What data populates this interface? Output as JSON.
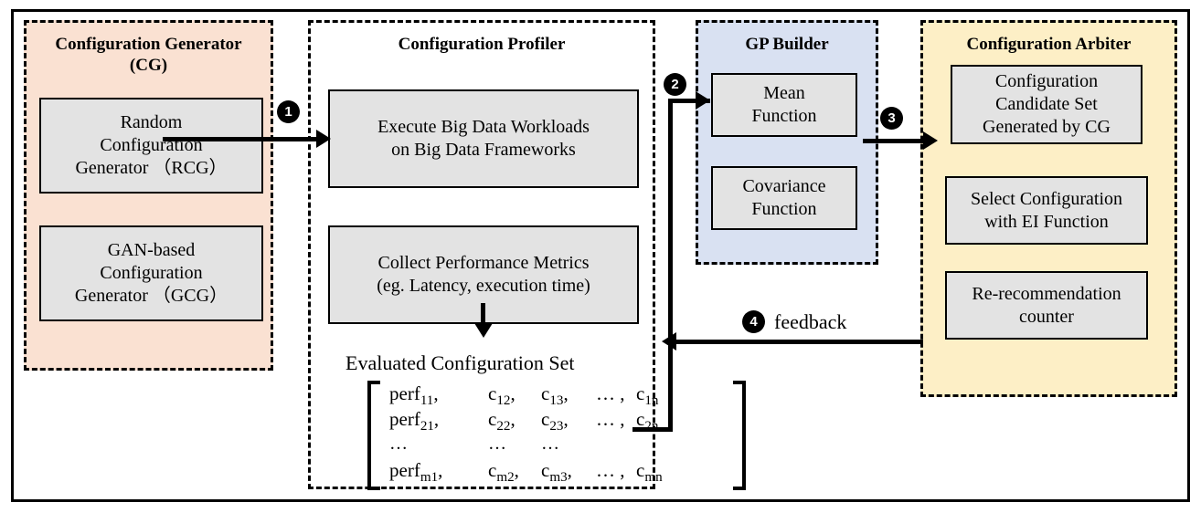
{
  "diagram": {
    "title_visible": false,
    "colors": {
      "cg_panel_fill": "#FAE1D2",
      "profiler_panel_fill": "#FFFFFF",
      "gp_panel_fill": "#D9E1F2",
      "arbiter_panel_fill": "#FDEFC6",
      "inner_box_fill": "#E3E3E3",
      "stroke": "#000000"
    },
    "panels": [
      {
        "id": "configuration-generator",
        "title_line1": "Configuration Generator",
        "title_line2": "(CG)",
        "boxes": [
          {
            "id": "rcg",
            "lines": [
              "Random",
              "Configuration",
              "Generator （RCG）"
            ]
          },
          {
            "id": "gcg",
            "lines": [
              "GAN-based",
              "Configuration",
              "Generator （GCG）"
            ]
          }
        ]
      },
      {
        "id": "configuration-profiler",
        "title_line1": "Configuration Profiler",
        "title_line2": "",
        "boxes": [
          {
            "id": "execute-workloads",
            "lines": [
              "Execute Big Data Workloads",
              "on Big Data Frameworks"
            ]
          },
          {
            "id": "collect-metrics",
            "lines": [
              "Collect Performance Metrics",
              "(eg. Latency, execution time)"
            ]
          }
        ],
        "set_label": "Evaluated Configuration Set"
      },
      {
        "id": "gp-builder",
        "title_line1": "GP Builder",
        "title_line2": "",
        "boxes": [
          {
            "id": "mean-function",
            "lines": [
              "Mean",
              "Function"
            ]
          },
          {
            "id": "covariance-function",
            "lines": [
              "Covariance",
              "Function"
            ]
          }
        ]
      },
      {
        "id": "configuration-arbiter",
        "title_line1": "Configuration Arbiter",
        "title_line2": "",
        "boxes": [
          {
            "id": "candidate-set",
            "lines": [
              "Configuration",
              "Candidate Set",
              "Generated by CG"
            ]
          },
          {
            "id": "select-configuration",
            "lines": [
              "Select Configuration",
              "with EI Function"
            ]
          },
          {
            "id": "re-recommendation-counter",
            "lines": [
              "Re-recommendation",
              "counter"
            ]
          }
        ]
      }
    ],
    "matrix": {
      "rows": [
        {
          "cells": [
            "perf",
            "c",
            "c",
            "…",
            "c"
          ],
          "subs": [
            "11",
            "12",
            "13",
            "",
            "1n"
          ]
        },
        {
          "cells": [
            "perf",
            "c",
            "c",
            "…",
            "c"
          ],
          "subs": [
            "21",
            "22",
            "23",
            "",
            "2n"
          ]
        },
        {
          "cells": [
            "…",
            "…",
            "…",
            "",
            ""
          ],
          "subs": [
            "",
            "",
            "",
            "",
            ""
          ]
        },
        {
          "cells": [
            "perf",
            "c",
            "c",
            "…",
            "c"
          ],
          "subs": [
            "m1",
            "m2",
            "m3",
            "",
            "mn"
          ]
        }
      ],
      "row_text": [
        "perf11,  c12, c13, … , c1n",
        "perf21,  c22, c23, … , c2n",
        "…        …        …",
        "perfm1,  cm2, cm3, … , cmn"
      ]
    },
    "steps": [
      {
        "number": "1",
        "label": "",
        "from": "configuration-generator",
        "to": "configuration-profiler"
      },
      {
        "number": "2",
        "label": "",
        "from": "configuration-profiler",
        "to": "gp-builder"
      },
      {
        "number": "3",
        "label": "",
        "from": "gp-builder",
        "to": "configuration-arbiter"
      },
      {
        "number": "4",
        "label": "feedback",
        "from": "configuration-arbiter",
        "to": "configuration-profiler"
      }
    ]
  }
}
